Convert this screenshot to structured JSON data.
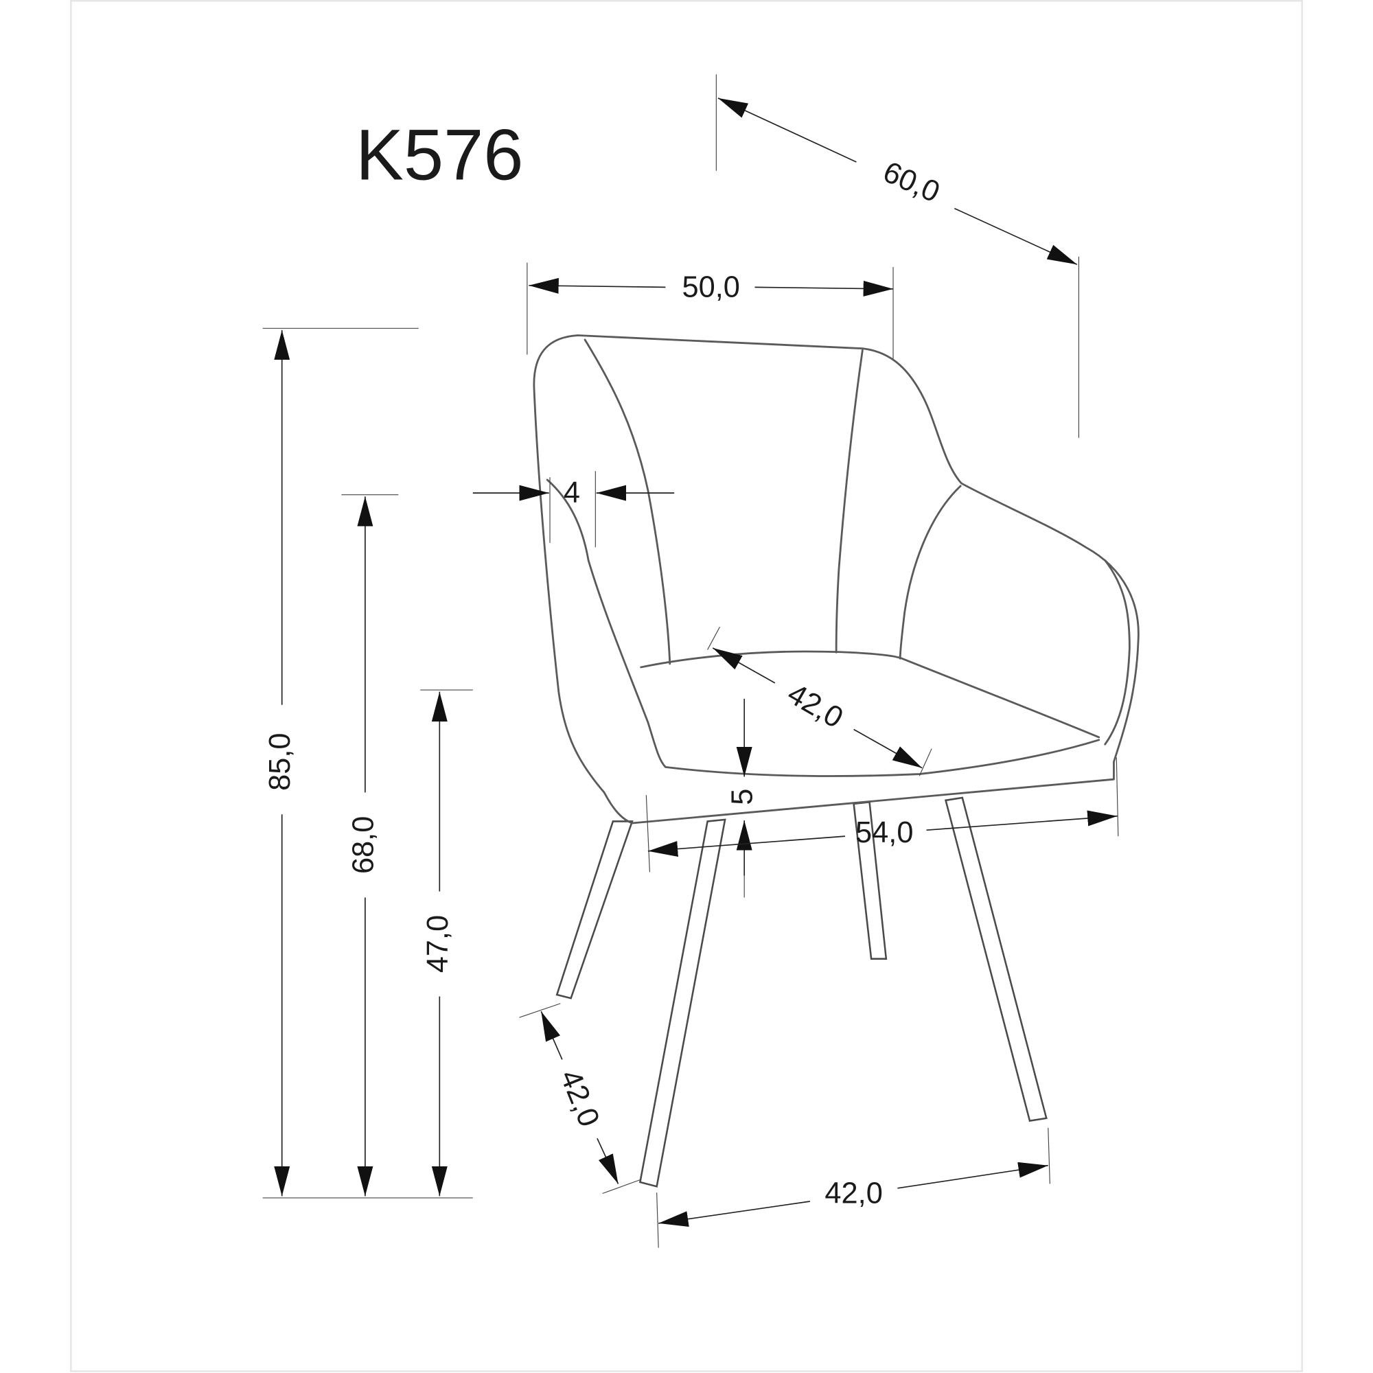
{
  "title": "K576",
  "dimensions": {
    "overall_depth": "60,0",
    "overall_width": "50,0",
    "overall_height": "85,0",
    "armrest_height": "68,0",
    "seat_height": "47,0",
    "armrest_thickness": "4",
    "seat_depth": "42,0",
    "seat_cushion_thickness": "5",
    "seat_width": "54,0",
    "leg_spread_depth": "42,0",
    "leg_spread_width": "42,0"
  },
  "colors": {
    "line": "#1a1a1a",
    "outline": "#5a5a5a",
    "background": "#ffffff"
  }
}
